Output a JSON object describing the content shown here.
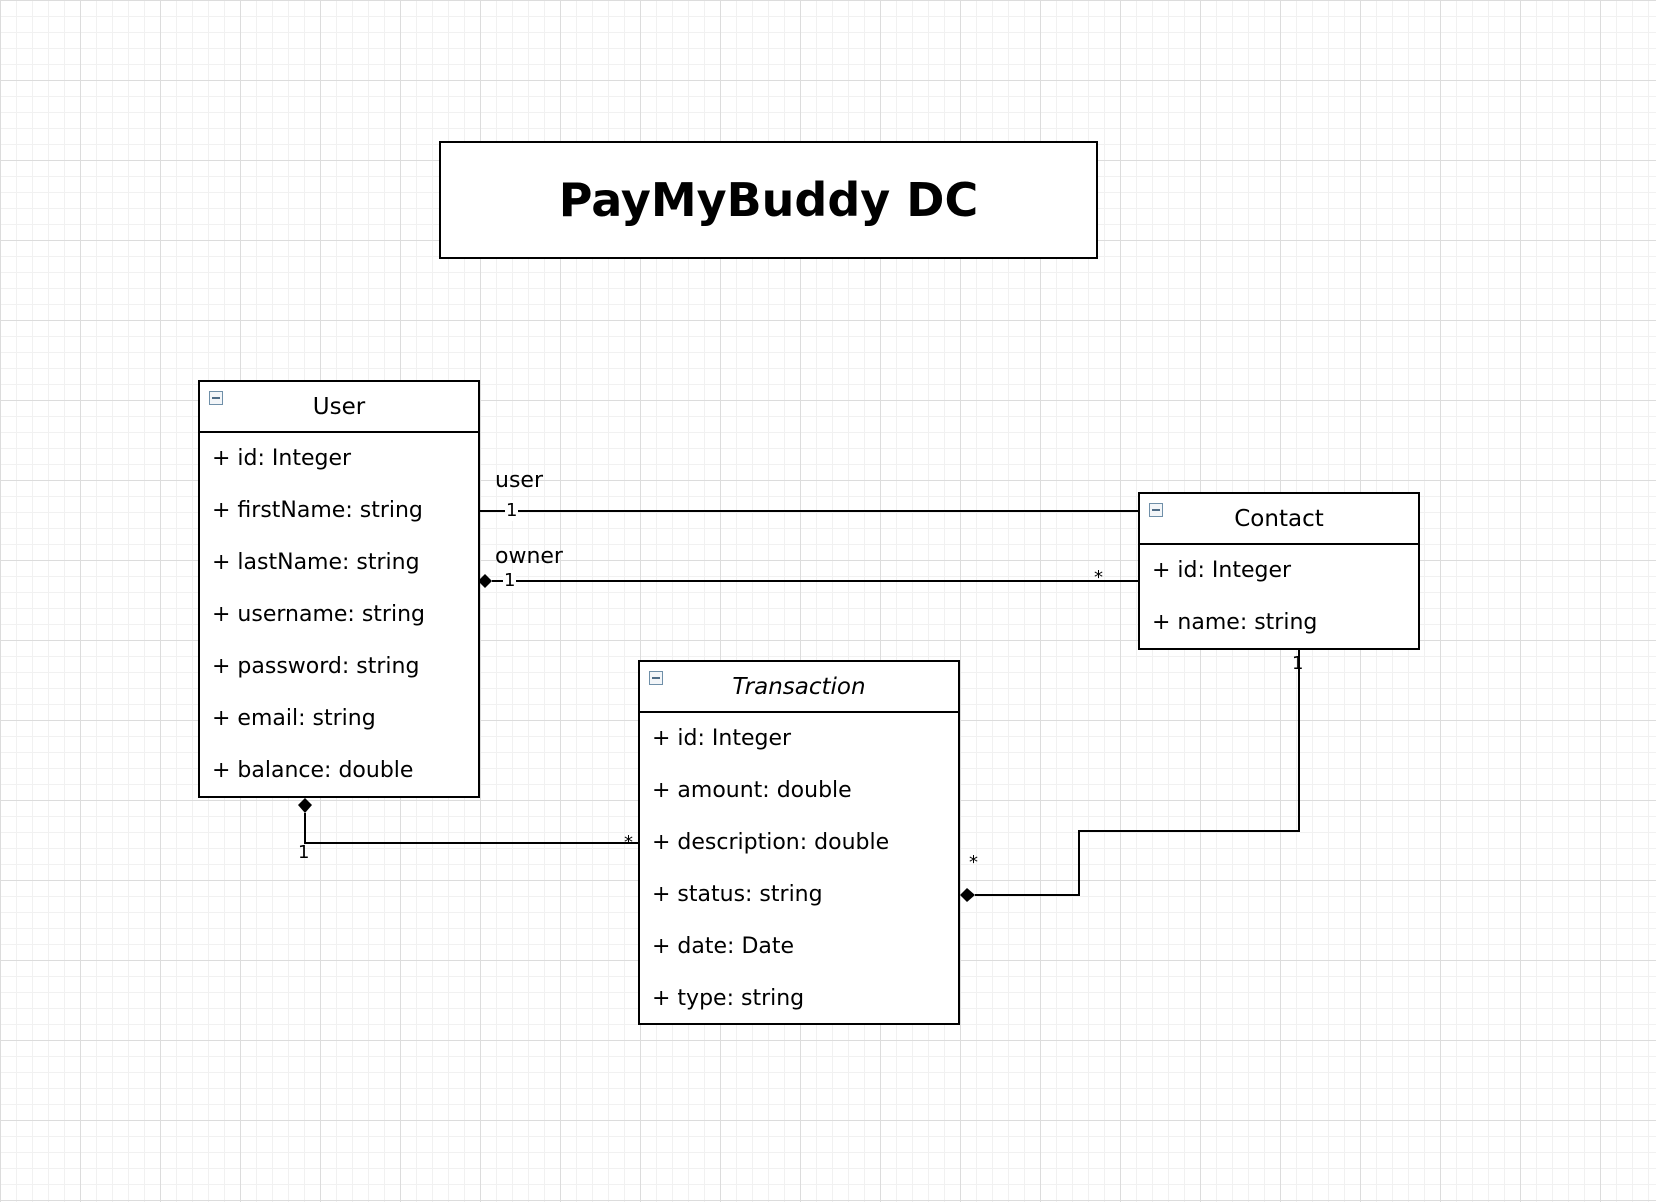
{
  "title": "PayMyBuddy DC",
  "classes": {
    "user": {
      "name": "User",
      "attributes": [
        "+ id: Integer",
        "+ firstName: string",
        "+ lastName: string",
        "+ username: string",
        "+ password: string",
        "+ email: string",
        "+ balance: double"
      ]
    },
    "contact": {
      "name": "Contact",
      "attributes": [
        "+ id: Integer",
        "+ name: string"
      ]
    },
    "transaction": {
      "name": "Transaction",
      "attributes": [
        "+ id: Integer",
        "+ amount: double",
        "+ description: double",
        "+ status: string",
        "+ date: Date",
        "+ type: string"
      ]
    }
  },
  "relations": {
    "user_contact": {
      "role": "user",
      "source_mult": "1"
    },
    "owner_contact": {
      "role": "owner",
      "source_mult": "1",
      "target_mult": "*"
    },
    "user_transaction": {
      "source_mult": "1",
      "target_mult": "*"
    },
    "contact_transaction": {
      "source_mult": "1",
      "target_mult": "*"
    }
  }
}
